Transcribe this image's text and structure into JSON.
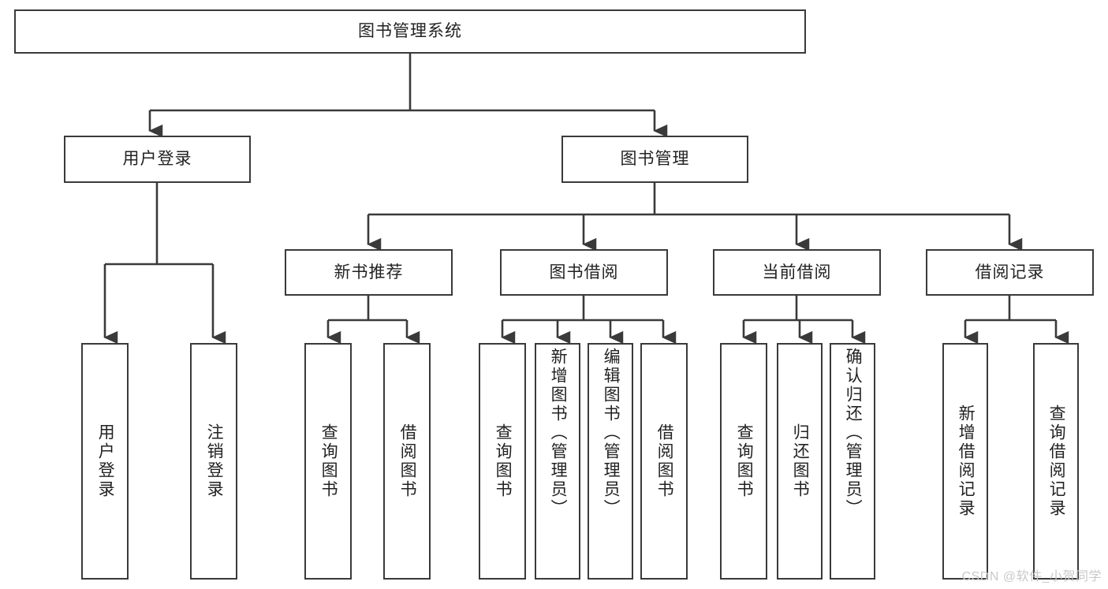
{
  "diagram": {
    "type": "hierarchy-tree",
    "title": "图书管理系统",
    "background_color": "#ffffff",
    "line_color": "#3a3a3a",
    "text_color": "#222222",
    "root": {
      "id": "root",
      "label": "图书管理系统",
      "orientation": "horizontal"
    },
    "level2": [
      {
        "id": "user-login",
        "label": "用户登录",
        "orientation": "horizontal"
      },
      {
        "id": "book-manage",
        "label": "图书管理",
        "orientation": "horizontal"
      }
    ],
    "level3": [
      {
        "id": "new-book-recommend",
        "label": "新书推荐",
        "orientation": "horizontal",
        "parent": "book-manage"
      },
      {
        "id": "book-borrow",
        "label": "图书借阅",
        "orientation": "horizontal",
        "parent": "book-manage"
      },
      {
        "id": "current-borrow",
        "label": "当前借阅",
        "orientation": "horizontal",
        "parent": "book-manage"
      },
      {
        "id": "borrow-record",
        "label": "借阅记录",
        "orientation": "horizontal",
        "parent": "book-manage"
      }
    ],
    "leaves": [
      {
        "id": "leaf-user-login",
        "label": "用户登录",
        "parent": "user-login"
      },
      {
        "id": "leaf-logout-login",
        "label": "注销登录",
        "parent": "user-login"
      },
      {
        "id": "leaf-query-book-1",
        "label": "查询图书",
        "parent": "new-book-recommend"
      },
      {
        "id": "leaf-borrow-book-1",
        "label": "借阅图书",
        "parent": "new-book-recommend"
      },
      {
        "id": "leaf-query-book-2",
        "label": "查询图书",
        "parent": "book-borrow"
      },
      {
        "id": "leaf-add-book",
        "label": "新增图书（管理员）",
        "parent": "book-borrow"
      },
      {
        "id": "leaf-edit-book",
        "label": "编辑图书（管理员）",
        "parent": "book-borrow"
      },
      {
        "id": "leaf-borrow-book-2",
        "label": "借阅图书",
        "parent": "book-borrow"
      },
      {
        "id": "leaf-query-book-3",
        "label": "查询图书",
        "parent": "current-borrow"
      },
      {
        "id": "leaf-return-book",
        "label": "归还图书",
        "parent": "current-borrow"
      },
      {
        "id": "leaf-confirm-return",
        "label": "确认归还（管理员）",
        "parent": "current-borrow"
      },
      {
        "id": "leaf-add-record",
        "label": "新增借阅记录",
        "parent": "borrow-record"
      },
      {
        "id": "leaf-query-record",
        "label": "查询借阅记录",
        "parent": "borrow-record"
      }
    ]
  },
  "watermark": {
    "text": "CSDN @软件_小贺同学"
  }
}
